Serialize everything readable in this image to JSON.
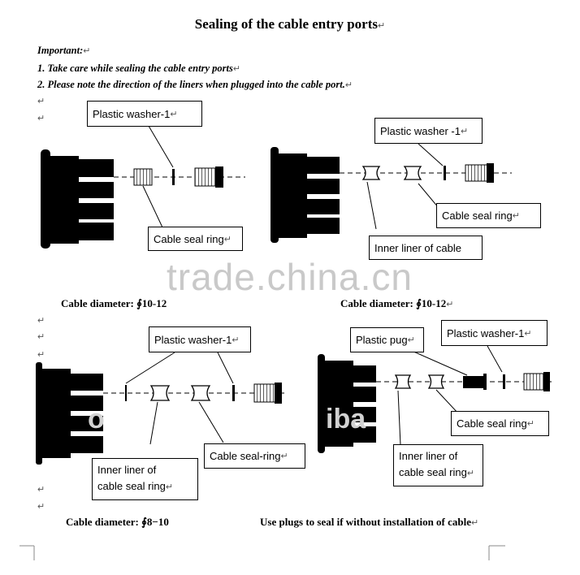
{
  "title": "Sealing of the cable entry ports",
  "important": {
    "heading": "Important:",
    "items": [
      "1.   Take care while sealing the cable entry ports",
      "2.   Please note the direction of the liners when plugged into the cable port."
    ]
  },
  "pilcrow": "↵",
  "diagrams": {
    "d1": {
      "washer": "Plastic washer-1",
      "seal": "Cable seal ring",
      "caption": "Cable diameter:  ∮10-12"
    },
    "d2": {
      "washer": "Plastic washer -1",
      "seal": "Cable seal ring",
      "liner": "Inner liner of cable",
      "caption": "Cable diameter:  ∮10-12"
    },
    "d3": {
      "washer": "Plastic washer-1",
      "seal": "Cable seal-ring",
      "liner1": "Inner liner of",
      "liner2": "cable seal ring",
      "caption": "Cable diameter:  ∮8−10"
    },
    "d4": {
      "plug": "Plastic pug",
      "washer": "Plastic washer-1",
      "seal": "Cable seal ring",
      "liner1": "Inner liner of",
      "liner2": "cable seal ring",
      "caption": "Use plugs to seal if without installation of cable"
    }
  },
  "watermark": {
    "main": "trade.china.cn",
    "secondary_left": "o",
    "secondary_right": "iba"
  }
}
